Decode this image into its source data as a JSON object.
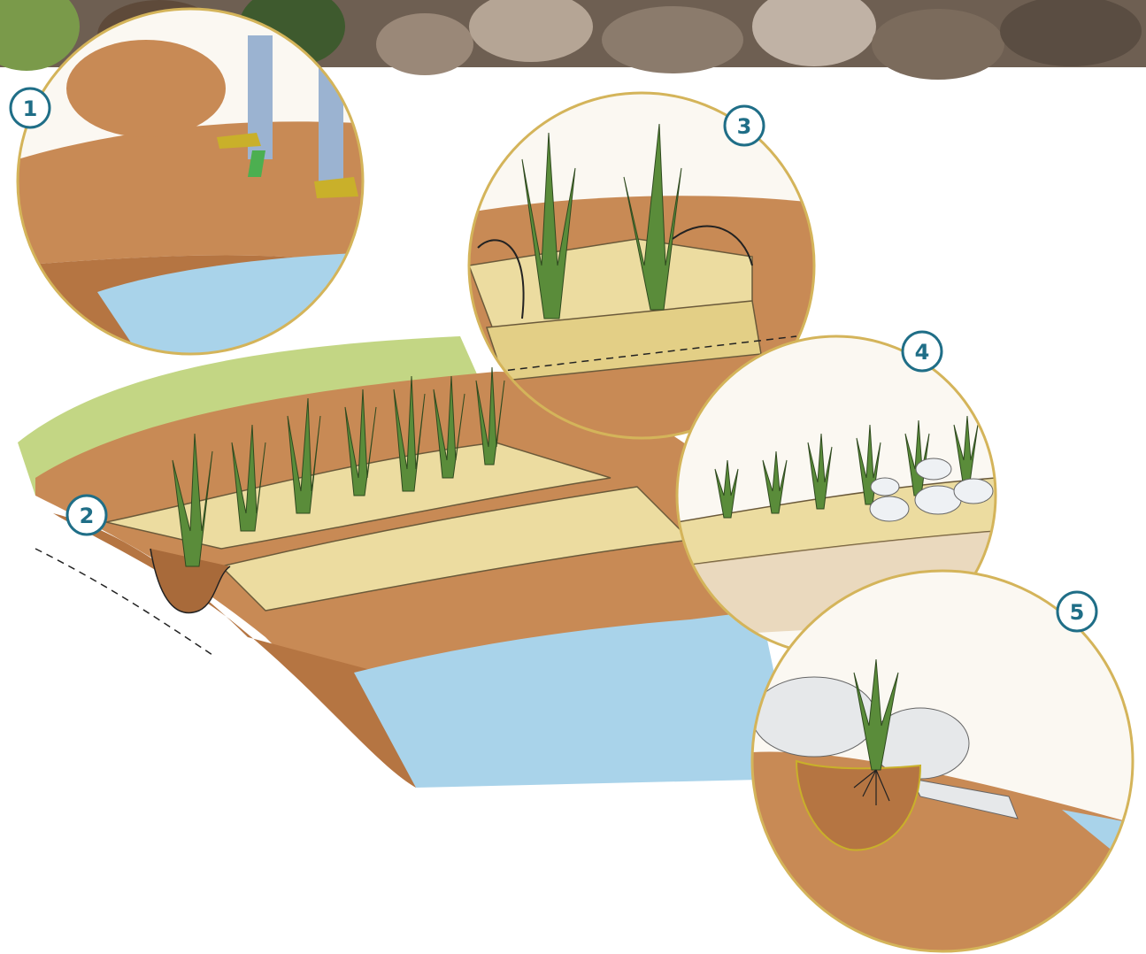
{
  "steps": [
    {
      "label": "1"
    },
    {
      "label": "2"
    },
    {
      "label": "3"
    },
    {
      "label": "4"
    },
    {
      "label": "5"
    }
  ],
  "colors": {
    "badge": "#1f6e87",
    "badge_fill": "#ffffff",
    "circle_border": "#d4b45a",
    "soil": "#c88a55",
    "soil_dark": "#a86a3a",
    "mat": "#ecdca0",
    "water": "#a9d3ea",
    "grass": "#b8cf6e",
    "plant": "#5a8c3a",
    "rock": "#8a7a6a"
  }
}
